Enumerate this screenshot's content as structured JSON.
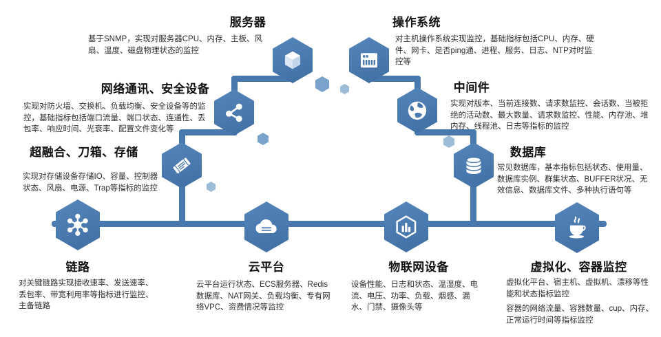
{
  "colors": {
    "accent": "#4878ae",
    "accent_light": "#7aa3cc",
    "title_text": "#111111",
    "body_text": "#2e2e2e"
  },
  "nodes": {
    "server": {
      "title": "服务器",
      "icon": "cube-icon",
      "desc": "基于SNMP，实现对服务器CPU、内存、主板、风扇、温度、磁盘物理状态的监控"
    },
    "os": {
      "title": "操作系统",
      "icon": "server-rack-icon",
      "desc": "对主机操作系统实现监控，基础指标包括CPU、内存、硬件、网卡、是否ping通、进程、服务、日志、NTP对时监控等"
    },
    "network": {
      "title": "网络通讯、安全设备",
      "icon": "share-network-icon",
      "desc": "实现对防火墙、交换机、负载均衡、安全设备等的监控，基础指标包括端口流量、端口状态、连通性、丢包率、响应时间、光衰率、配置文件变化等"
    },
    "middleware": {
      "title": "中间件",
      "icon": "globe-icon",
      "desc": "实现对版本、当前连接数、请求数监控、会话数、当被拒绝的活动数、最大数量、请求数监控、性能、内存池、堆内存、线程池、日志等指标的监控"
    },
    "storage": {
      "title": "超融合、刀箱、存储",
      "icon": "scroll-icon",
      "desc": "实现对存储设备存储IO、容量、控制器状态、风扇、电源、Trap等指标的监控"
    },
    "database": {
      "title": "数据库",
      "icon": "database-icon",
      "desc": "常见数据库，基本指标包括状态、使用量、数据库实例、群集状态、BUFFER状况、无效信息、数据库文件、多种执行语句等"
    },
    "link": {
      "title": "链路",
      "icon": "hub-icon",
      "desc": "对关键链路实现接收速率、发送速率、丢包率、带宽利用率等指标进行监控、主备链路"
    },
    "cloud": {
      "title": "云平台",
      "icon": "cloud-icon",
      "desc": "云平台运行状态、ECS服务器、Redis数据库、NAT网关、负载均衡、专有网络VPC、资费情况等监控"
    },
    "iot": {
      "title": "物联网设备",
      "icon": "iot-box-icon",
      "desc": "设备性能、日志和状态、温湿度、电流、电压、功率、负载、烟感、漏水、门禁、摄像头等"
    },
    "virtualization": {
      "title": "虚拟化、容器监控",
      "icon": "java-cup-icon",
      "desc": "虚拟化平台、宿主机、虚拟机、漂移等性能和状态指标监控",
      "desc2": "容器的网络流量、容器数量、cup、内存、正常运行时间等指标监控"
    }
  }
}
